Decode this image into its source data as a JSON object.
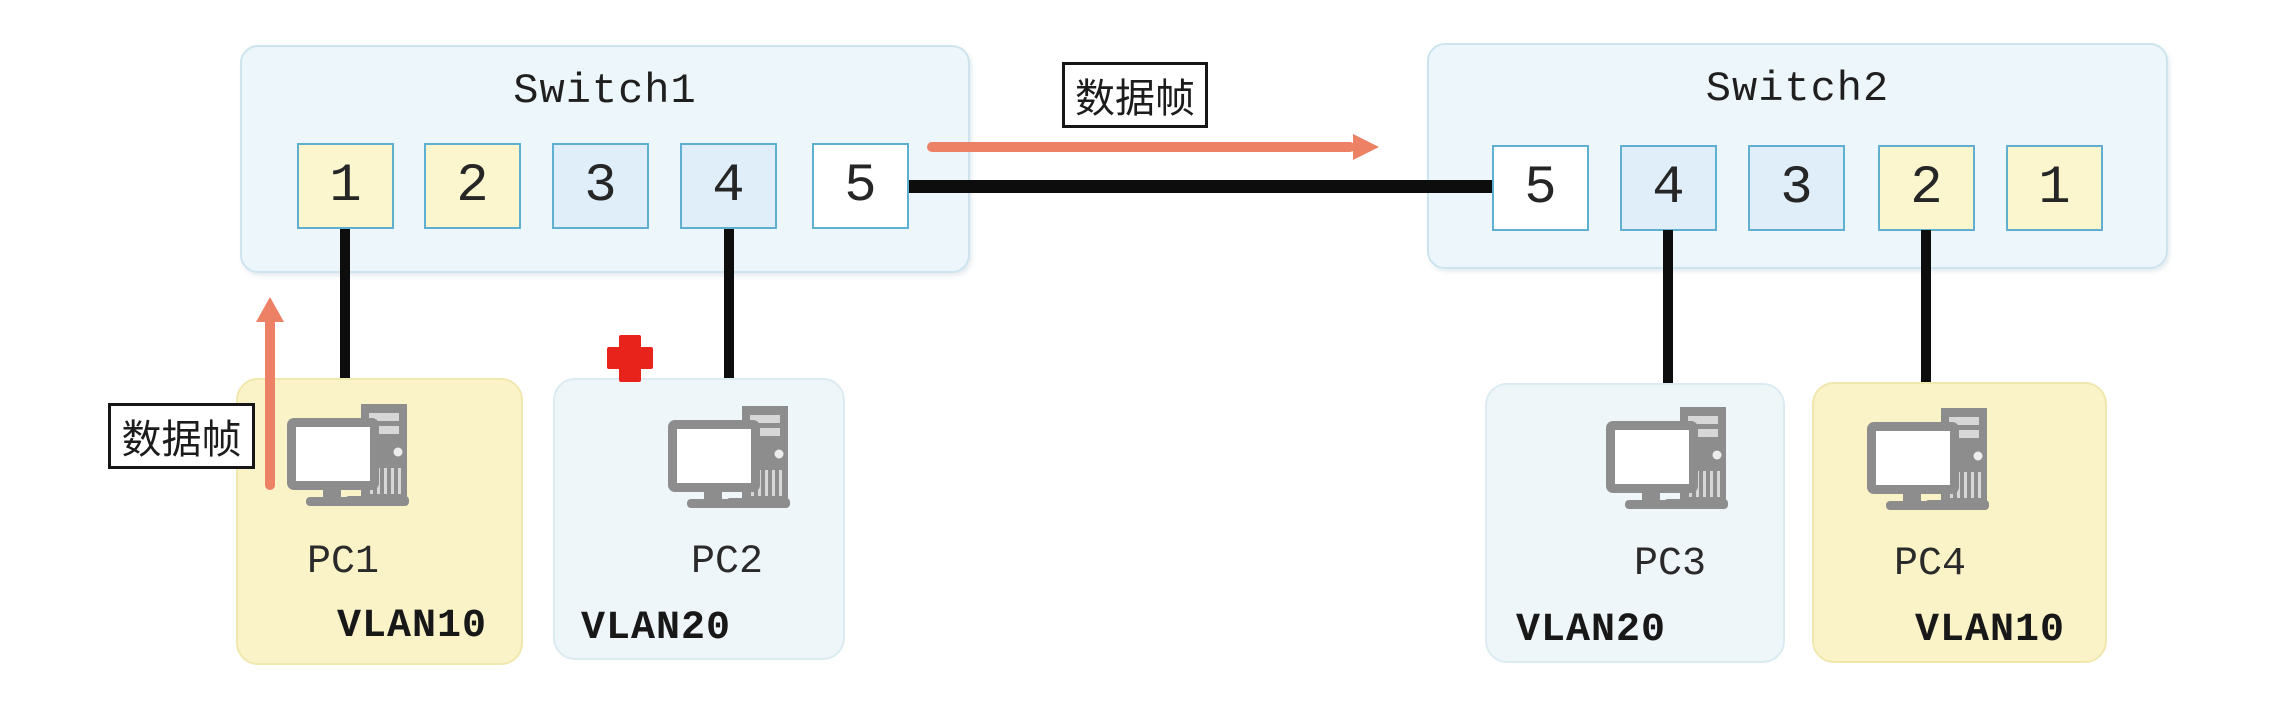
{
  "switch1": {
    "title": "Switch1",
    "ports": [
      {
        "label": "1",
        "vlan": "VLAN10"
      },
      {
        "label": "2",
        "vlan": "VLAN10"
      },
      {
        "label": "3",
        "vlan": "VLAN20"
      },
      {
        "label": "4",
        "vlan": "VLAN20"
      },
      {
        "label": "5",
        "vlan": "trunk"
      }
    ]
  },
  "switch2": {
    "title": "Switch2",
    "ports": [
      {
        "label": "5",
        "vlan": "trunk"
      },
      {
        "label": "4",
        "vlan": "VLAN20"
      },
      {
        "label": "3",
        "vlan": "VLAN20"
      },
      {
        "label": "2",
        "vlan": "VLAN10"
      },
      {
        "label": "1",
        "vlan": "VLAN10"
      }
    ]
  },
  "pcs": [
    {
      "name": "PC1",
      "vlan": "VLAN10"
    },
    {
      "name": "PC2",
      "vlan": "VLAN20"
    },
    {
      "name": "PC3",
      "vlan": "VLAN20"
    },
    {
      "name": "PC4",
      "vlan": "VLAN10"
    }
  ],
  "labels": {
    "frame_on_trunk": "数据帧",
    "frame_from_pc1": "数据帧"
  },
  "colors": {
    "vlan10-fill": "#fbf6cd",
    "vlan20-fill": "#dfeef9",
    "trunk-fill": "#ffffff",
    "port-border": "#5fb0d0",
    "switch-fill": "#edf6fb",
    "switch-border": "#cde4ef",
    "pc-yellow": "#faf3c7",
    "pc-yellow-border": "#f0e7af",
    "pc-blue": "#eef6fa",
    "pc-blue-border": "#dcebf1",
    "arrow": "#ec8165",
    "cross": "#e7231b",
    "cable": "#0d0d0d",
    "icon-gray": "#8d8d8d",
    "text": "#1c1c1c"
  }
}
